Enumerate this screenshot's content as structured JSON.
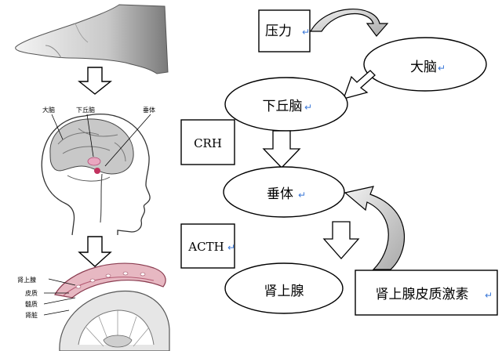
{
  "flowchart": {
    "stress_label": "压力",
    "cerebrum_label": "大脑",
    "hypothalamus_label": "下丘脑",
    "crh_label": "CRH",
    "pituitary_label": "垂体",
    "acth_label": "ACTH",
    "adrenal_label": "肾上腺",
    "cortisol_label": "肾上腺皮质激素"
  },
  "brain_labels": {
    "cerebrum": "大脑",
    "hypothalamus": "下丘脑",
    "pituitary": "垂体"
  },
  "adrenal_labels": {
    "adrenal": "肾上腺",
    "cortex": "皮质",
    "medulla": "髓质",
    "kidney": "肾脏"
  },
  "colors": {
    "return_mark": "#3b78d8",
    "curved_arrow": "#bdbdbd",
    "pituitary": "#d9628e",
    "adrenal_fill": "#e7b8c2",
    "line": "#000000"
  }
}
